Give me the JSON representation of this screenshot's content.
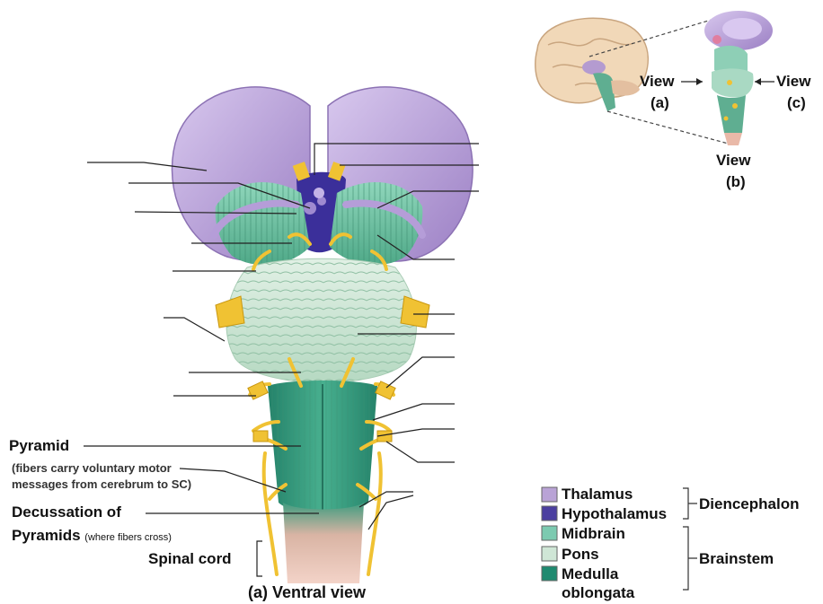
{
  "labels": {
    "pyramid": "Pyramid",
    "pyramid_note_line1": "(fibers carry voluntary motor",
    "pyramid_note_line2": "messages from cerebrum to SC)",
    "decussation_line1": "Decussation of",
    "decussation_line2": "Pyramids",
    "decussation_note": "(where fibers cross)",
    "spinal_cord": "Spinal cord",
    "caption": "(a) Ventral view"
  },
  "inset": {
    "view_a": "View",
    "view_a_letter": "(a)",
    "view_b": "View",
    "view_b_letter": "(b)",
    "view_c": "View",
    "view_c_letter": "(c)"
  },
  "legend": {
    "items": [
      {
        "label": "Thalamus",
        "color": "#b9a3d6"
      },
      {
        "label": "Hypothalamus",
        "color": "#4b3fa0"
      },
      {
        "label": "Midbrain",
        "color": "#7ccab0"
      },
      {
        "label": "Pons",
        "color": "#cfe6d6"
      },
      {
        "label": "Medulla",
        "color": "#1f8a70"
      }
    ],
    "item5_line2": "oblongata",
    "group_diencephalon": "Diencephalon",
    "group_brainstem": "Brainstem"
  },
  "colors": {
    "cerebral_purple": "#b49bd0",
    "midbrain_green": "#6bbf9f",
    "pons_green": "#c7e1cf",
    "medulla_green": "#2f9576",
    "nerve_yellow": "#f0c233",
    "hypothalamus_blue": "#3b2f9a",
    "spinal_pink": "#e9b9a8"
  }
}
